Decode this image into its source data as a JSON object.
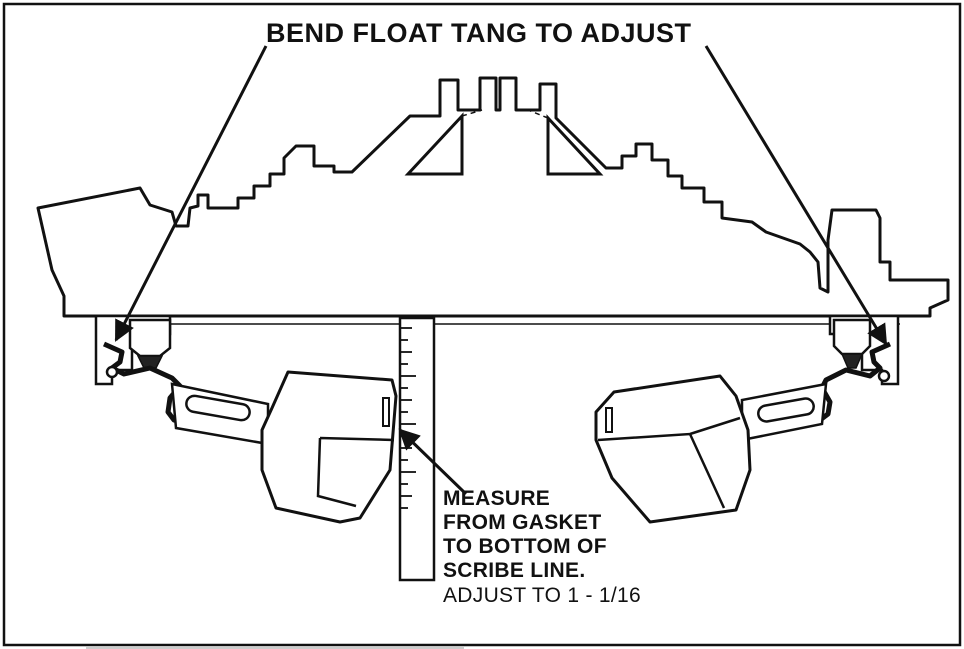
{
  "diagram": {
    "title": "BEND FLOAT TANG TO ADJUST",
    "measure_lines": [
      "MEASURE",
      "FROM GASKET",
      "TO BOTTOM OF",
      "SCRIBE LINE."
    ],
    "adjust_text": "ADJUST TO 1 - 1/16",
    "ink_color": "#111111",
    "paper_color": "#ffffff"
  }
}
